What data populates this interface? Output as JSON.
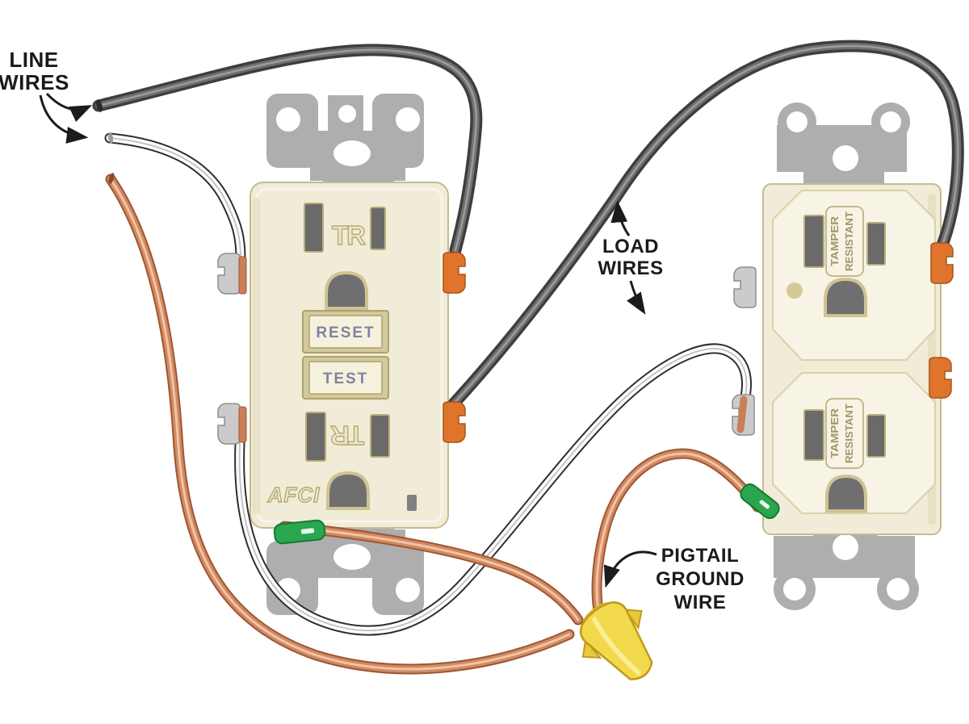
{
  "figure": {
    "type": "wiring-diagram",
    "description": "AFCI receptacle wired to a downstream tamper-resistant duplex receptacle with pigtail ground wires joined by a wire nut"
  },
  "labels": {
    "line_wires_line1": "LINE",
    "line_wires_line2": "WIRES",
    "load_wires_line1": "LOAD",
    "load_wires_line2": "WIRES",
    "pigtail_line1": "PIGTAIL",
    "pigtail_line2": "GROUND",
    "pigtail_line3": "WIRE"
  },
  "afci_outlet": {
    "tr_top": "TR",
    "tr_bottom": "TR",
    "reset_label": "RESET",
    "test_label": "TEST",
    "brand_label": "AFCI"
  },
  "duplex_outlet": {
    "tamper_top_word1": "TAMPER",
    "tamper_top_word2": "RESISTANT",
    "tamper_bottom_word1": "TAMPER",
    "tamper_bottom_word2": "RESISTANT"
  },
  "colors": {
    "background": "#ffffff",
    "label_text": "#1b1b1b",
    "outlet_body": "#f1ecd8",
    "outlet_face": "#f7f3e5",
    "outlet_trim": "#c6bb90",
    "embossed_text": "#b5aa72",
    "slot_dark": "#6a6a6a",
    "button_text": "#7e84a0",
    "strap_gray": "#aeaeae",
    "black_wire_outline": "#3e3e3e",
    "black_wire_core": "#6f6f6f",
    "white_wire_core": "#ffffff",
    "copper_wire_outline": "#9e5633",
    "copper_wire_core": "#d08a64",
    "copper_wire_highlight": "#f2c4a4",
    "brass_terminal": "#e0742c",
    "silver_terminal": "#cbcbcb",
    "ground_screw_green": "#29a64e",
    "wire_nut_yellow": "#f2d94b"
  }
}
